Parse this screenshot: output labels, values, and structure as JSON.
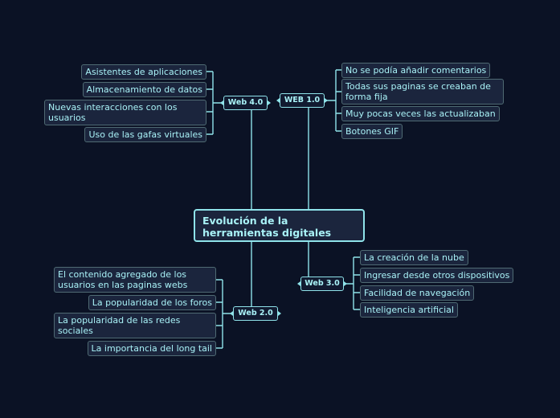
{
  "central": {
    "title": "Evolución de la herramientas digitales"
  },
  "branches": {
    "web10": {
      "label": "WEB 1.0",
      "items": [
        "No se podía añadir comentarios",
        "Todas sus paginas se creaban de forma fija",
        "Muy pocas veces las actualizaban",
        "Botones GIF"
      ]
    },
    "web40": {
      "label": "Web 4.0",
      "items": [
        "Asistentes de aplicaciones",
        "Almacenamiento de datos",
        "Nuevas interacciones con los usuarios",
        "Uso de las gafas virtuales"
      ]
    },
    "web30": {
      "label": "Web 3.0",
      "items": [
        "La creación de la nube",
        "Ingresar desde otros dispositivos",
        "Facilidad de navegación",
        "Inteligencia artificial"
      ]
    },
    "web20": {
      "label": "Web 2.0",
      "items": [
        "El contenido agregado de los usuarios en las paginas webs",
        "La popularidad de los foros",
        "La popularidad de las redes sociales",
        "La importancia del long tail"
      ]
    }
  }
}
